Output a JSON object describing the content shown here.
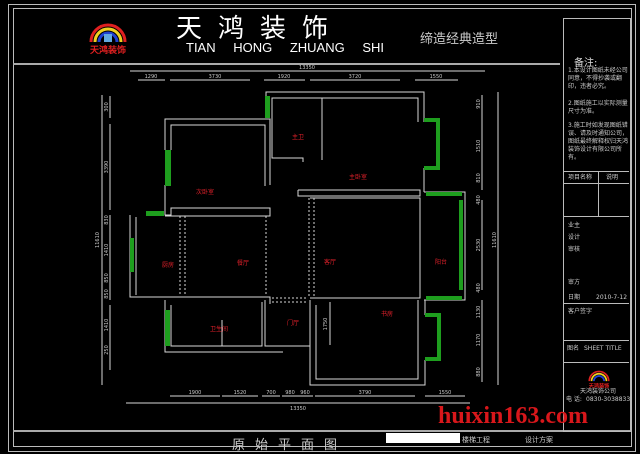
{
  "header": {
    "company_cn": "天鸿装饰",
    "company_en": "TIAN HONG ZHUANG SHI",
    "slogan": "缔造经典造型",
    "logo_text": "天鸿装饰"
  },
  "drawing": {
    "title": "原始平面图",
    "top_dims": [
      "1290",
      "3730",
      "1920",
      "3720",
      "1550"
    ],
    "top_total": "13350",
    "bottom_dims": [
      "1900",
      "1520",
      "700",
      "980",
      "960",
      "3790",
      "1550"
    ],
    "bottom_total": "13350",
    "left_dims": [
      "300",
      "3390",
      "830",
      "1410",
      "850",
      "850",
      "1410",
      "250"
    ],
    "left_total": "11610",
    "right_dims": [
      "910",
      "1510",
      "810",
      "480",
      "2530",
      "480",
      "1130",
      "1170",
      "880"
    ],
    "right_total": "11610",
    "inner_dim": "1750",
    "rooms": {
      "master_bath": "主卫",
      "master_bedroom": "主卧室",
      "second_bedroom": "次卧室",
      "kitchen": "厨房",
      "dining": "餐厅",
      "living": "客厅",
      "balcony": "阳台",
      "study": "书房",
      "bathroom": "卫生间",
      "foyer": "门厅"
    }
  },
  "panel": {
    "notes_title": "备注:",
    "notes": [
      "1.本设计图纸未经公司同意，不得抄袭或翻印，违者必究。",
      "2.图纸施工以实际测量尺寸为准。",
      "3.施工时如发现图纸错误、请及时通知公司，图纸最终解释权归天鸿装饰设计有限公司所有。"
    ],
    "project_label": "项目名称",
    "desc_label": "说明",
    "owner_label": "业主",
    "design_label": "设计",
    "review_label": "审核",
    "approve_label": "审方",
    "date_label": "日期",
    "date_value": "2010-7-12",
    "client_sign": "客户签字",
    "sheet_label": "图名",
    "sheet_title": "SHEET TITLE",
    "company_name": "天鸿装饰公司",
    "phone_label": "电 话:",
    "phone": "0830-3038833"
  },
  "footer": {
    "project_name": "楼梯工程",
    "scheme": "设计方案"
  },
  "watermark": "huixin163.com",
  "colors": {
    "wall": "#d8d8d8",
    "window": "#1e9e1e",
    "label": "#e0202a",
    "watermark": "#d8171b"
  }
}
